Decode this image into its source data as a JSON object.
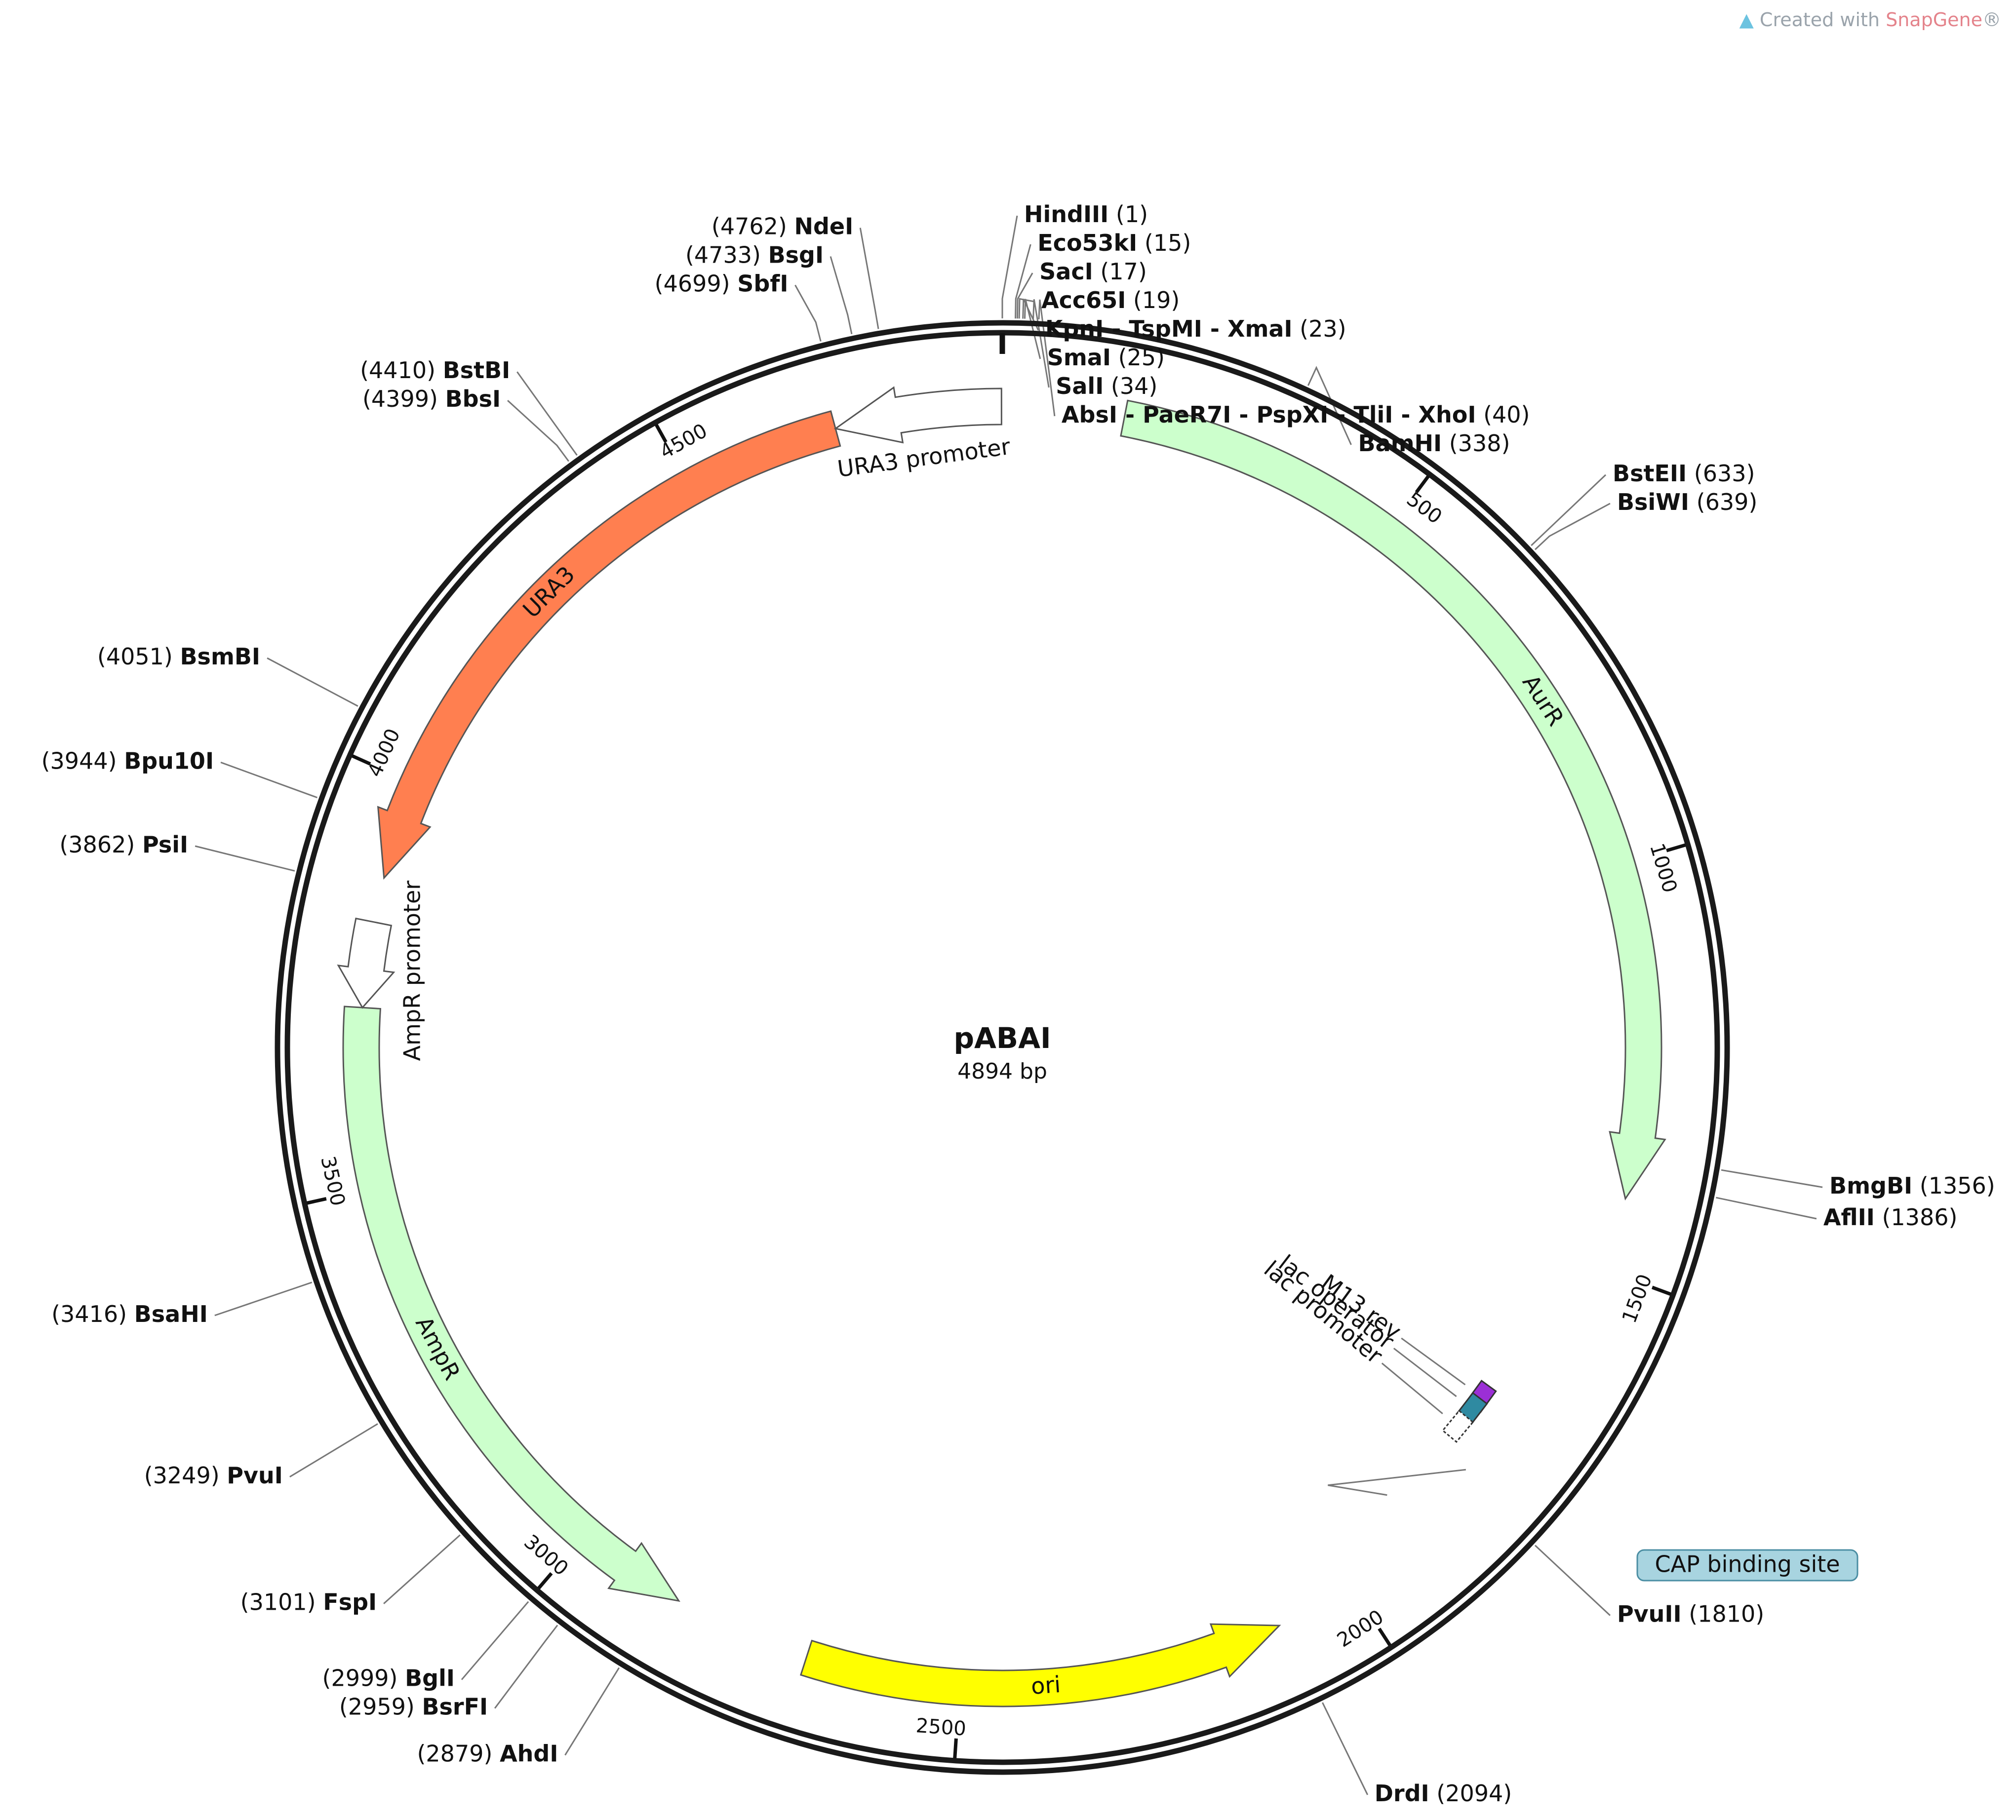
{
  "plasmid": {
    "name": "pABAI",
    "length_label": "4894 bp",
    "length": 4894
  },
  "watermark": {
    "prefix": "Created with ",
    "brand": "SnapGene",
    "suffix": "®"
  },
  "colors": {
    "backbone": "#1a1a1a",
    "ura3": "#ff7f50",
    "aurR": "#ccffcc",
    "ampR": "#ccffcc",
    "ori": "#ffff00",
    "promoter": "#ffffff",
    "lac_operator": "#2f8aa1",
    "m13_rev": "#9b2fd6",
    "cap_site": "#a8d4e0",
    "leader_line": "#777777"
  },
  "ticks": [
    {
      "pos": 500,
      "label": "500"
    },
    {
      "pos": 1000,
      "label": "1000"
    },
    {
      "pos": 1500,
      "label": "1500"
    },
    {
      "pos": 2000,
      "label": "2000"
    },
    {
      "pos": 2500,
      "label": "2500"
    },
    {
      "pos": 3000,
      "label": "3000"
    },
    {
      "pos": 3500,
      "label": "3500"
    },
    {
      "pos": 4000,
      "label": "4000"
    },
    {
      "pos": 4500,
      "label": "4500"
    }
  ],
  "features": [
    {
      "id": "aurR",
      "label": "AurR",
      "start": 150,
      "end": 1410,
      "direction": 1,
      "color": "#ccffcc"
    },
    {
      "id": "ori",
      "label": "ori",
      "start": 2100,
      "end": 2690,
      "direction": -1,
      "color": "#ffff00"
    },
    {
      "id": "ampR",
      "label": "AmpR",
      "start": 2860,
      "end": 3720,
      "direction": -1,
      "color": "#ccffcc"
    },
    {
      "id": "ampR-promoter",
      "label": "AmpR promoter",
      "start": 3720,
      "end": 3825,
      "direction": -1,
      "color": "#ffffff"
    },
    {
      "id": "ura3",
      "label": "URA3",
      "start": 3880,
      "end": 4690,
      "direction": -1,
      "color": "#ff7f50"
    },
    {
      "id": "ura3-promoter",
      "label": "URA3 promoter",
      "start": 4690,
      "end": 4894,
      "direction": -1,
      "color": "#ffffff"
    }
  ],
  "small_features": [
    {
      "id": "m13-rev",
      "label": "M13 rev",
      "pos": 1715,
      "color": "#9b2fd6"
    },
    {
      "id": "lac-operator",
      "label": "lac operator",
      "pos": 1735,
      "color": "#2f8aa1"
    },
    {
      "id": "lac-promoter",
      "label": "lac promoter",
      "pos": 1765,
      "color": "#ffffff"
    },
    {
      "id": "cap-binding-site",
      "label": "CAP binding site",
      "pos": 1800,
      "color": "#a8d4e0"
    }
  ],
  "sites": [
    {
      "name": "HindIII",
      "pos": "(1)",
      "p": 1
    },
    {
      "name": "Eco53kI",
      "pos": "(15)",
      "p": 15
    },
    {
      "name": "SacI",
      "pos": "(17)",
      "p": 17
    },
    {
      "name": "Acc65I",
      "pos": "(19)",
      "p": 19
    },
    {
      "name": "KpnI - TspMI - XmaI",
      "pos": "(23)",
      "p": 23
    },
    {
      "name": "SmaI",
      "pos": "(25)",
      "p": 25
    },
    {
      "name": "SalI",
      "pos": "(34)",
      "p": 34
    },
    {
      "name": "AbsI - PaeR7I - PspXI - TliI - XhoI",
      "pos": "(40)",
      "p": 40
    },
    {
      "name": "BamHI",
      "pos": "(338)",
      "p": 338
    },
    {
      "name": "BstEII",
      "pos": "(633)",
      "p": 633
    },
    {
      "name": "BsiWI",
      "pos": "(639)",
      "p": 639
    },
    {
      "name": "BmgBI",
      "pos": "(1356)",
      "p": 1356
    },
    {
      "name": "AflII",
      "pos": "(1386)",
      "p": 1386
    },
    {
      "name": "PvuII",
      "pos": "(1810)",
      "p": 1810
    },
    {
      "name": "DrdI",
      "pos": "(2094)",
      "p": 2094
    },
    {
      "name": "AhdI",
      "pos": "(2879)",
      "p": 2879
    },
    {
      "name": "BsrFI",
      "pos": "(2959)",
      "p": 2959
    },
    {
      "name": "BglI",
      "pos": "(2999)",
      "p": 2999
    },
    {
      "name": "FspI",
      "pos": "(3101)",
      "p": 3101
    },
    {
      "name": "PvuI",
      "pos": "(3249)",
      "p": 3249
    },
    {
      "name": "BsaHI",
      "pos": "(3416)",
      "p": 3416
    },
    {
      "name": "PsiI",
      "pos": "(3862)",
      "p": 3862
    },
    {
      "name": "Bpu10I",
      "pos": "(3944)",
      "p": 3944
    },
    {
      "name": "BsmBI",
      "pos": "(4051)",
      "p": 4051
    },
    {
      "name": "BbsI",
      "pos": "(4399)",
      "p": 4399
    },
    {
      "name": "BstBI",
      "pos": "(4410)",
      "p": 4410
    },
    {
      "name": "SbfI",
      "pos": "(4699)",
      "p": 4699
    },
    {
      "name": "BsgI",
      "pos": "(4733)",
      "p": 4733
    },
    {
      "name": "NdeI",
      "pos": "(4762)",
      "p": 4762
    }
  ]
}
